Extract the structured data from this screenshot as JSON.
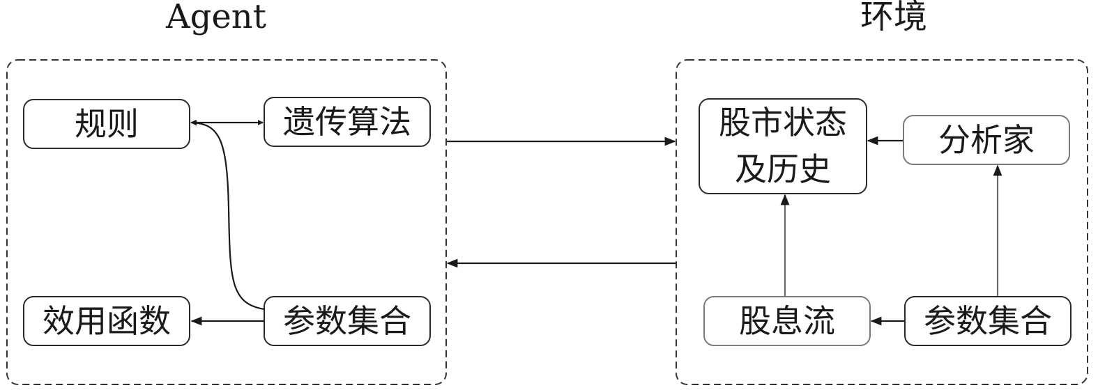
{
  "groups": {
    "agent": {
      "title": "Agent",
      "nodes": {
        "rules": "规则",
        "genetic_algorithm": "遗传算法",
        "utility_function": "效用函数",
        "parameter_set": "参数集合"
      }
    },
    "environment": {
      "title": "环境",
      "nodes": {
        "market_state": [
          "股市状态",
          "及历史"
        ],
        "analyst": "分析家",
        "dividend_stream": "股息流",
        "parameter_set": "参数集合"
      }
    }
  },
  "colors": {
    "stroke": "#1a1a1a",
    "frame": "#333333",
    "light_stroke": "#7a7a7a"
  }
}
